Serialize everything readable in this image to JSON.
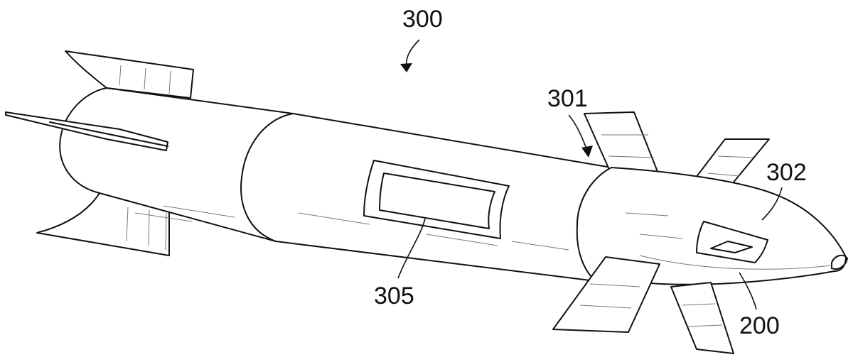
{
  "figure": {
    "labels": {
      "assembly": "300",
      "tail_kit": "301",
      "nose_cone": "302",
      "window": "305",
      "sensor": "200"
    }
  }
}
